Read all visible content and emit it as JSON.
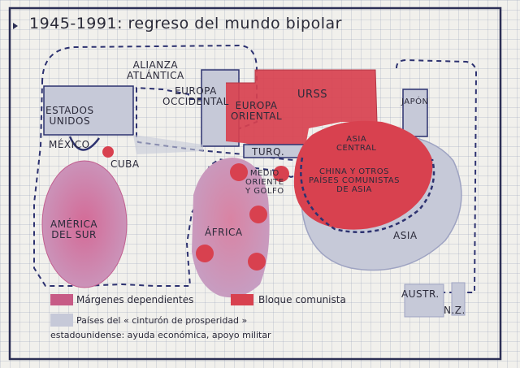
{
  "title": "1945-1991: regreso del mundo bipolar",
  "regions": {
    "alianza_atlantica": "ALIANZA\nATLÁNTICA",
    "estados_unidos": "ESTADOS\nUNIDOS",
    "mexico": "MÉXICO",
    "cuba": "CUBA",
    "america_del_sur": "AMÉRICA\nDEL SUR",
    "europa_occidental": "EUROPA\nOCCIDENTAL",
    "europa_oriental": "EUROPA\nORIENTAL",
    "urss": "URSS",
    "turquia": "TURQ.",
    "medio_oriente": "MEDIO\nORIENTE\nY GOLFO",
    "africa": "ÁFRICA",
    "japon": "JAPÓN",
    "asia_central": "ASIA\nCENTRAL",
    "china": "CHINA Y OTROS\nPAÍSES COMUNISTAS\nDE ASIA",
    "asia": "ASIA",
    "australia": "AUSTR.",
    "nueva_zelanda": "N.Z."
  },
  "legend": {
    "margenes": "Márgenes dependientes",
    "bloque": "Bloque comunista",
    "paises_line1": "Países del « cinturón de prosperidad »",
    "paises_line2": "estadounidense: ayuda económica, apoyo militar"
  },
  "colors": {
    "margins": "#c75b86",
    "communist": "#d8414f",
    "prosperity": "#c6c9d8",
    "outline": "#2d3270"
  }
}
